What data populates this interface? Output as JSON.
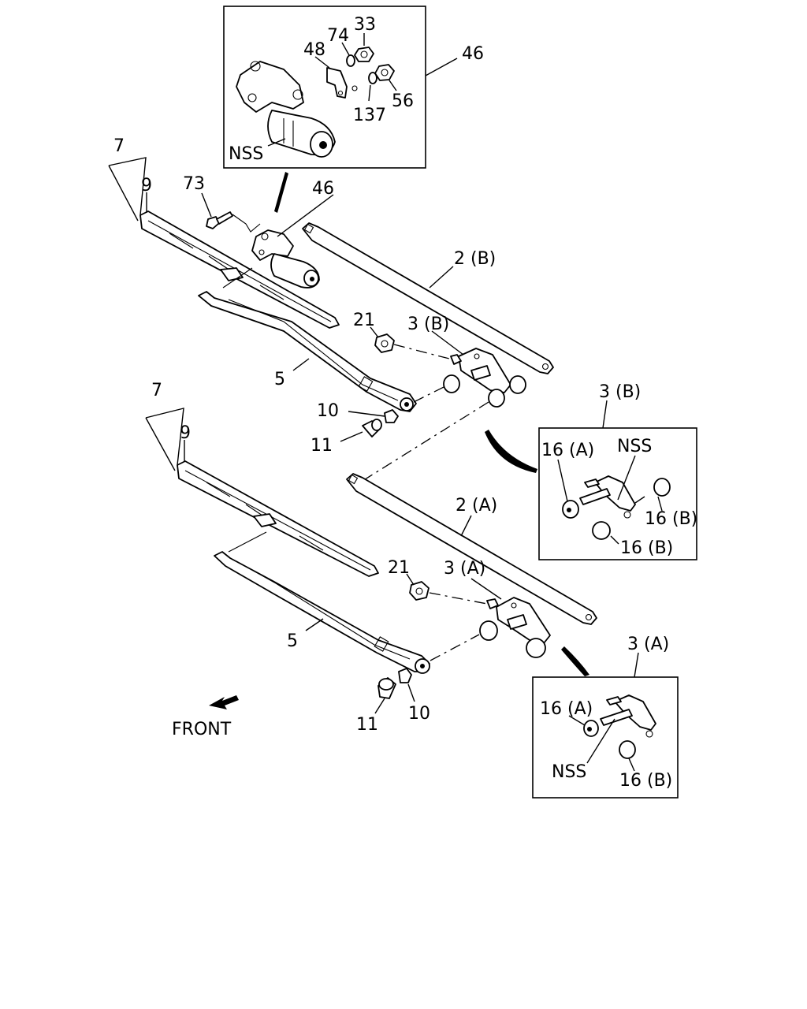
{
  "labels": {
    "top_motor_assembly": "46",
    "bracket": "48",
    "washer_74": "74",
    "nut_33": "33",
    "washer_137": "137",
    "nut_56": "56",
    "motor_nss": "NSS",
    "motor_46": "46",
    "bolt_73": "73",
    "upper_arm_7": "7",
    "upper_blade_9": "9",
    "link_2b": "2 (B)",
    "nut_21_upper": "21",
    "pivot_3b": "3 (B)",
    "upper_arm_5": "5",
    "upper_nut_10": "10",
    "upper_cap_11": "11",
    "lower_arm_7": "7",
    "lower_blade_9": "9",
    "link_2a": "2 (A)",
    "nut_21_lower": "21",
    "pivot_3a": "3 (A)",
    "lower_arm_5": "5",
    "lower_cap_11": "11",
    "lower_nut_10": "10",
    "front": "FRONT",
    "detail_3b_title": "3 (B)",
    "detail_3b_16a": "16 (A)",
    "detail_3b_nss": "NSS",
    "detail_3b_16b_1": "16 (B)",
    "detail_3b_16b_2": "16 (B)",
    "detail_3a_title": "3 (A)",
    "detail_3a_16a": "16 (A)",
    "detail_3a_nss": "NSS",
    "detail_3a_16b": "16 (B)"
  }
}
